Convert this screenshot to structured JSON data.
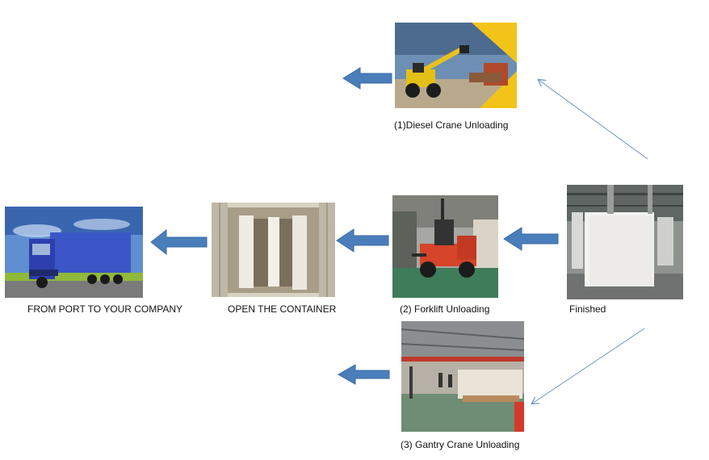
{
  "steps": {
    "diesel_crane": {
      "label": "(1)Diesel Crane Unloading"
    },
    "forklift": {
      "label": "(2) Forklift Unloading"
    },
    "gantry_crane": {
      "label": "(3) Gantry Crane Unloading"
    },
    "finished": {
      "label": "Finished"
    },
    "open_container": {
      "label": "OPEN THE CONTAINER"
    },
    "port_to_company": {
      "label": "FROM PORT TO YOUR COMPANY"
    }
  },
  "colors": {
    "block_arrow": "#4a7ebb",
    "thin_arrow": "#6b93c4"
  }
}
